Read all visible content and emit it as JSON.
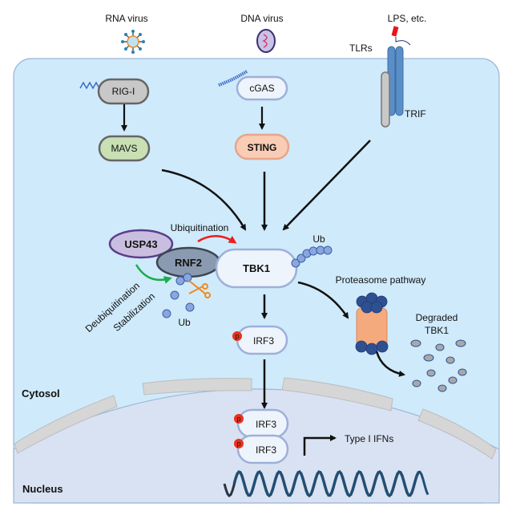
{
  "stimuli": {
    "rna_virus": "RNA virus",
    "dna_virus": "DNA virus",
    "lps": "LPS, etc."
  },
  "receptors": {
    "tlrs": "TLRs",
    "trif": "TRIF",
    "rig_i": "RIG-I",
    "cgas": "cGAS"
  },
  "adaptors": {
    "mavs": "MAVS",
    "sting": "STING"
  },
  "core": {
    "tbk1": "TBK1",
    "usp43": "USP43",
    "rnf2": "RNF2",
    "irf3": "IRF3",
    "p": "p"
  },
  "labels": {
    "ubiquitination": "Ubiquitination",
    "ub": "Ub",
    "deubiquitination": "Deubiquitination",
    "stabilization": "Stabilization",
    "proteasome_pathway": "Proteasome pathway",
    "degraded_line1": "Degraded",
    "degraded_line2": "TBK1",
    "type_i_ifns": "Type I IFNs",
    "cytosol": "Cytosol",
    "nucleus": "Nucleus"
  },
  "colors": {
    "cytosol": "#cfeafb",
    "nucleus": "#d9e2f2",
    "ubiquitin": "#8aa6dc",
    "ubiquitination_arrow": "#ee1c1c",
    "deubiquitination_arrow": "#1aad4b",
    "phospho": "#e8321e",
    "scissors": "#f08a1c"
  }
}
